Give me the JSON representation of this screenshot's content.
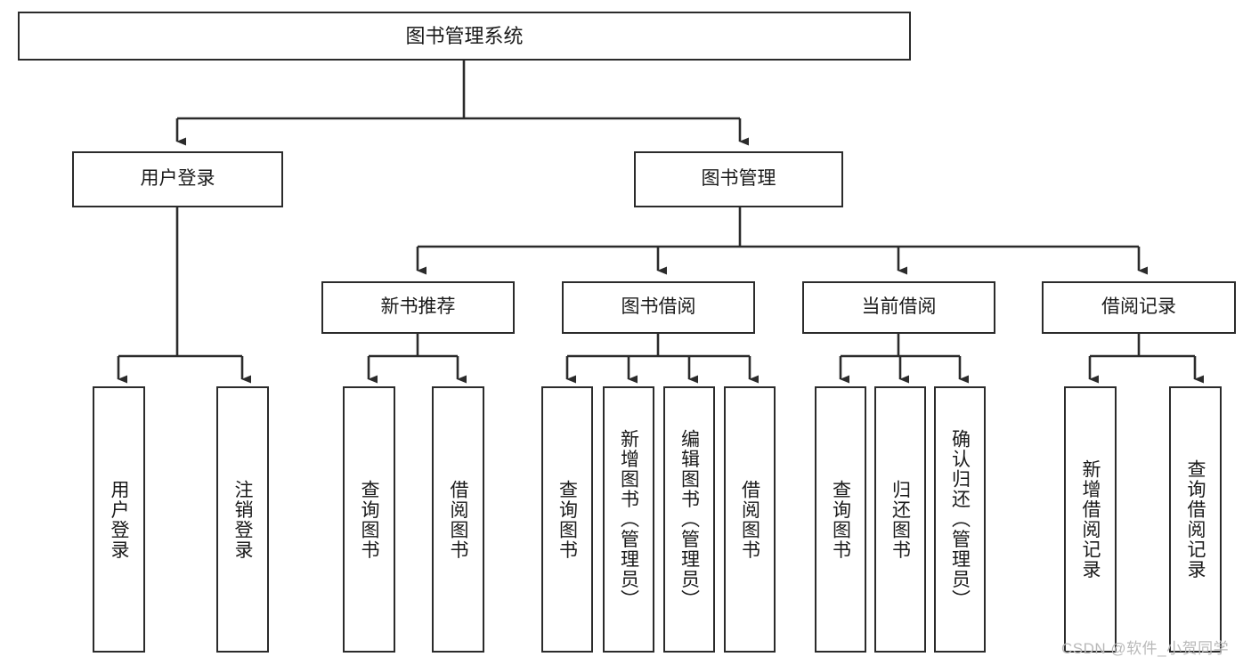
{
  "diagram": {
    "title": "图书管理系统",
    "type": "tree-hierarchy-diagram",
    "watermark": "CSDN @软件_小贺同学",
    "style": {
      "box_border_color": "#2b2b2b",
      "box_fill_color": "#ffffff",
      "connector_color": "#2b2b2b",
      "text_color": "#1a1a1a",
      "background": "#ffffff"
    },
    "root": {
      "label": "图书管理系统"
    },
    "level2": [
      {
        "label": "用户登录"
      },
      {
        "label": "图书管理"
      }
    ],
    "level3": [
      {
        "label": "新书推荐"
      },
      {
        "label": "图书借阅"
      },
      {
        "label": "当前借阅"
      },
      {
        "label": "借阅记录"
      }
    ],
    "leaves": {
      "user_login": [
        {
          "label": "用户登录"
        },
        {
          "label": "注销登录"
        }
      ],
      "new_book_recommend": [
        {
          "label": "查询图书"
        },
        {
          "label": "借阅图书"
        }
      ],
      "book_borrow": [
        {
          "label": "查询图书"
        },
        {
          "label": "新增图书（管理员）"
        },
        {
          "label": "编辑图书（管理员）"
        },
        {
          "label": "借阅图书"
        }
      ],
      "current_borrow": [
        {
          "label": "查询图书"
        },
        {
          "label": "归还图书"
        },
        {
          "label": "确认归还（管理员）"
        }
      ],
      "borrow_record": [
        {
          "label": "新增借阅记录"
        },
        {
          "label": "查询借阅记录"
        }
      ]
    }
  }
}
